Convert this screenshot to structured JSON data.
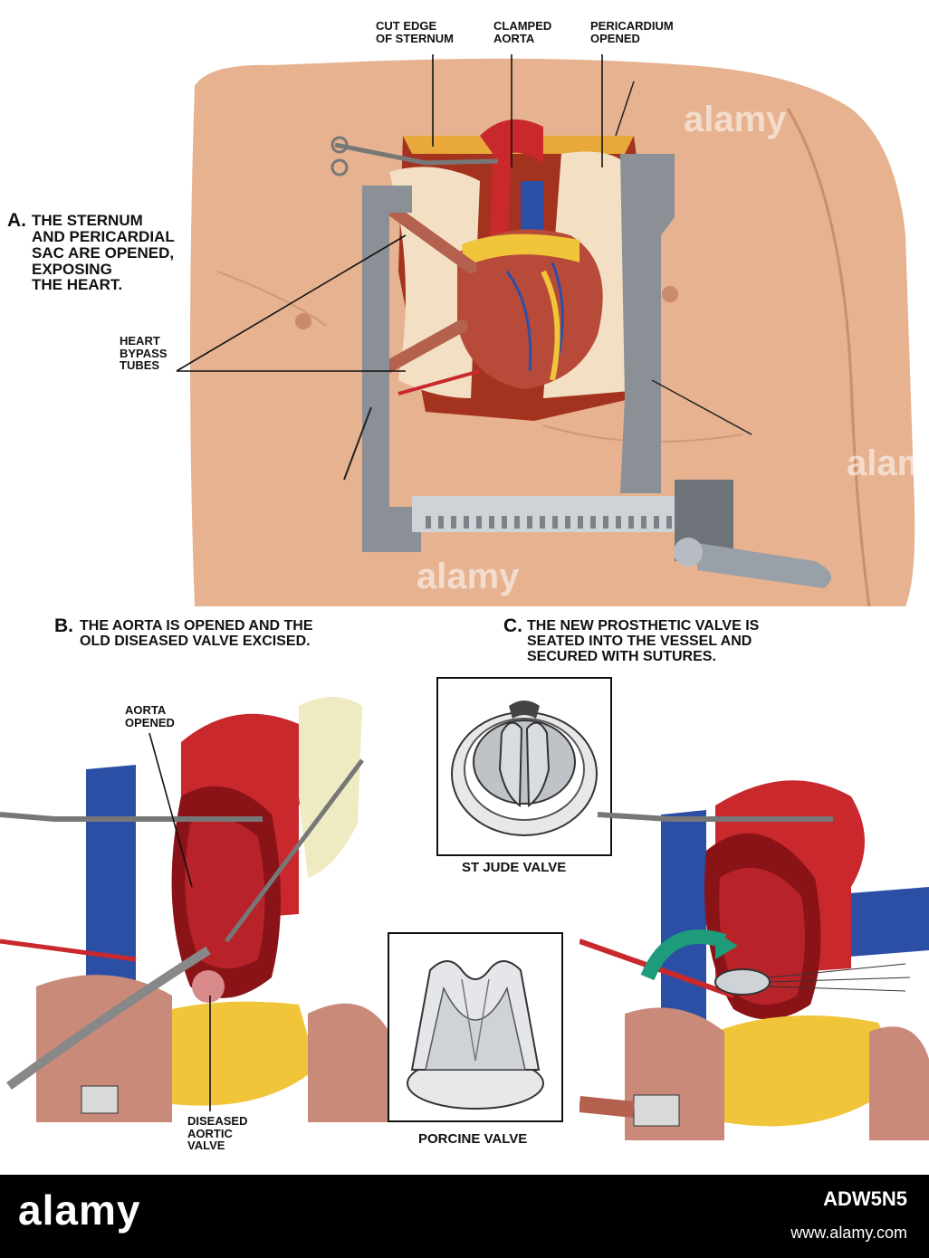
{
  "panel_a": {
    "letter": "A.",
    "caption_lines": [
      "THE STERNUM",
      "AND PERICARDIAL",
      "SAC ARE OPENED,",
      "EXPOSING",
      "THE HEART."
    ],
    "labels": {
      "cut_edge": [
        "CUT EDGE",
        "OF STERNUM"
      ],
      "clamped_aorta": [
        "CLAMPED",
        "AORTA"
      ],
      "pericardium": [
        "PERICARDIUM",
        "OPENED"
      ],
      "bypass_tubes": [
        "HEART",
        "BYPASS",
        "TUBES"
      ]
    }
  },
  "panel_b": {
    "letter": "B.",
    "caption_lines": [
      "THE AORTA IS OPENED AND THE",
      "OLD DISEASED VALVE EXCISED."
    ],
    "labels": {
      "aorta_opened": [
        "AORTA",
        "OPENED"
      ],
      "diseased_valve": [
        "DISEASED",
        "AORTIC",
        "VALVE"
      ]
    }
  },
  "panel_c": {
    "letter": "C.",
    "caption_lines": [
      "THE NEW PROSTHETIC VALVE IS",
      "SEATED INTO THE VESSEL AND",
      "SECURED WITH SUTURES."
    ],
    "st_jude_label": "ST JUDE VALVE",
    "porcine_label": "PORCINE VALVE"
  },
  "watermark": "alamy",
  "footer": {
    "brand": "alamy",
    "image_id": "ADW5N5",
    "url": "www.alamy.com"
  },
  "colors": {
    "skin": "#e8b594",
    "aorta_red": "#c9282c",
    "vein_blue": "#2c4fa6",
    "fat_yellow": "#f0c53a",
    "retractor_gray": "#8b9097",
    "arrow_green": "#1d9b7b"
  }
}
